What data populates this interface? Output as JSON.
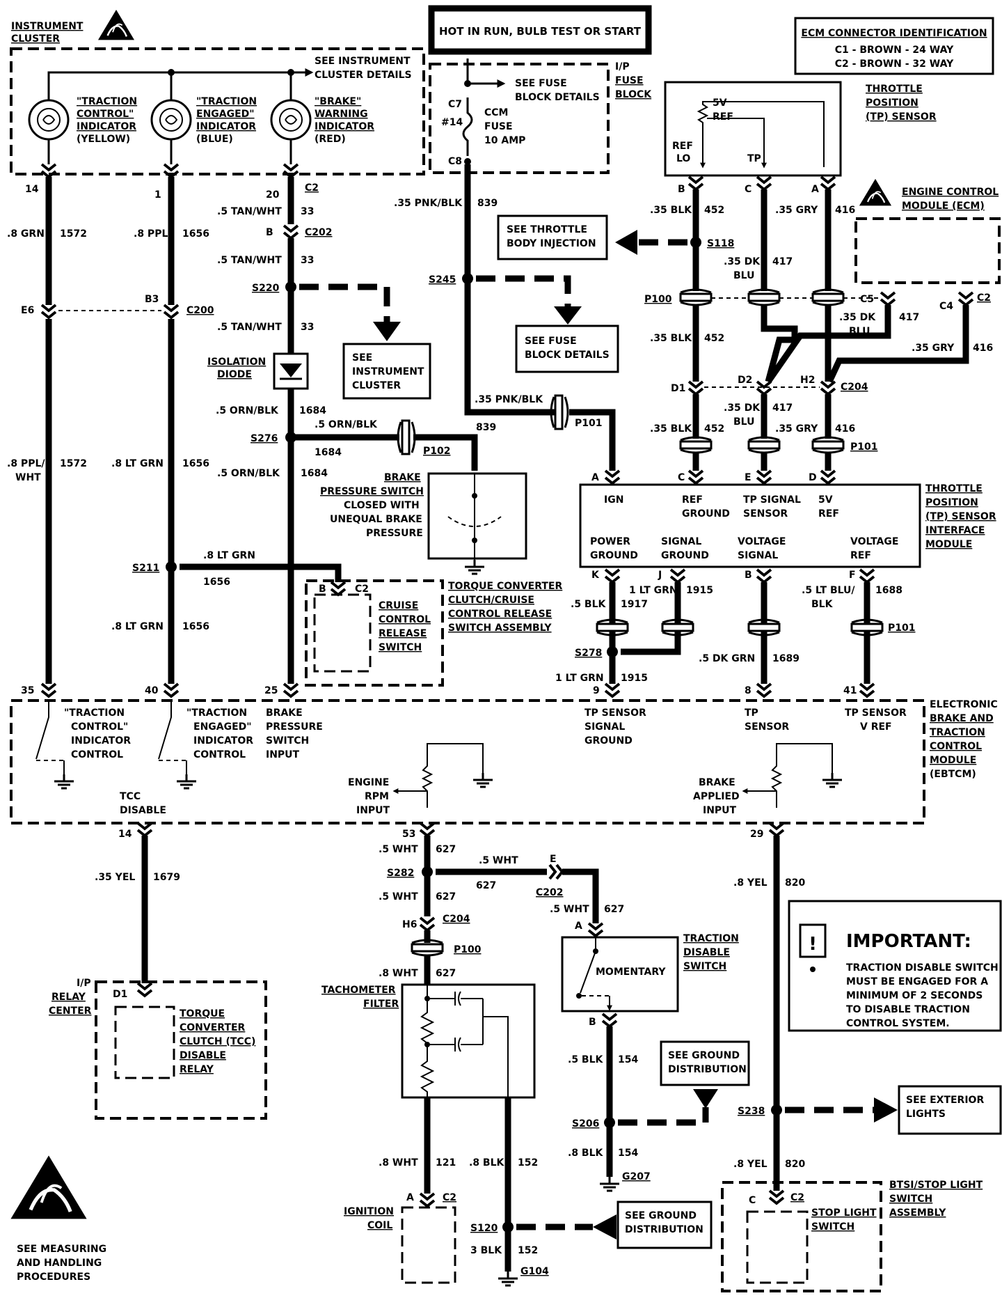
{
  "header": {
    "hot_label": "HOT IN RUN, BULB TEST OR START",
    "ecm_id_title": "ECM CONNECTOR IDENTIFICATION",
    "ecm_id_c1": "C1  -  BROWN  -  24 WAY",
    "ecm_id_c2": "C2  -  BROWN  -  32 WAY"
  },
  "instrument_cluster": {
    "title_1": "INSTRUMENT",
    "title_2": "CLUSTER",
    "see_details_1": "SEE INSTRUMENT",
    "see_details_2": "CLUSTER DETAILS",
    "tc_ind": [
      "\"TRACTION",
      "CONTROL\"",
      "INDICATOR",
      "(YELLOW)"
    ],
    "te_ind": [
      "\"TRACTION",
      "ENGAGED\"",
      "INDICATOR",
      "(BLUE)"
    ],
    "br_ind": [
      "\"BRAKE\"",
      "WARNING",
      "INDICATOR",
      "(RED)"
    ],
    "pins": [
      "14",
      "1",
      "20",
      "C2"
    ]
  },
  "fuse_block": {
    "see_fuse_1": "SEE FUSE",
    "see_fuse_2": "BLOCK DETAILS",
    "ip_1": "I/P",
    "ip_2": "FUSE",
    "ip_3": "BLOCK",
    "c7": "C7",
    "num": "#14",
    "c8": "C8",
    "ccm_1": "CCM",
    "ccm_2": "FUSE",
    "ccm_3": "10 AMP"
  },
  "tp_sensor": {
    "title": [
      "THROTTLE",
      "POSITION",
      "(TP) SENSOR"
    ],
    "ref_5v": [
      "5V",
      "REF"
    ],
    "ref_lo": [
      "REF",
      "LO"
    ],
    "tp": "TP",
    "pins": [
      "B",
      "C",
      "A"
    ]
  },
  "ecm": {
    "title_1": "ENGINE CONTROL",
    "title_2": "MODULE (ECM)"
  },
  "wires": {
    "w_14": [
      ".8 GRN",
      "1572"
    ],
    "w_1": [
      ".8 PPL",
      "1656"
    ],
    "w_20": [
      ".5 TAN/WHT",
      "33"
    ],
    "w_839": [
      ".35 PNK/BLK",
      "839"
    ],
    "w_452": [
      ".35 BLK",
      "452"
    ],
    "w_416": [
      ".35 GRY",
      "416"
    ],
    "w_417": [
      ".35 DK",
      "BLU",
      "417"
    ]
  },
  "connectors": {
    "c202": "C202",
    "b": "B",
    "s220": "S220",
    "s245": "S245",
    "s118": "S118",
    "p100": "P100",
    "c200": "C200",
    "e6": "E6",
    "b3": "B3",
    "c5": "C5",
    "c4": "C4",
    "c2": "C2",
    "d1": "D1",
    "d2": "D2",
    "h2": "H2",
    "c204": "C204",
    "p101": "P101",
    "p102": "P102",
    "s276": "S276",
    "s211": "S211",
    "s278": "S278",
    "s282": "S282",
    "h6": "H6",
    "s206": "S206",
    "g207": "G207",
    "s238": "S238",
    "s120": "S120",
    "g104": "G104",
    "e": "E",
    "a": "A"
  },
  "refs": {
    "see_tbi": [
      "SEE THROTTLE",
      "BODY INJECTION"
    ],
    "see_ic": [
      "SEE",
      "INSTRUMENT",
      "CLUSTER"
    ],
    "see_fuse2": [
      "SEE FUSE",
      "BLOCK DETAILS"
    ],
    "see_ground": [
      "SEE GROUND",
      "DISTRIBUTION"
    ],
    "see_ext": [
      "SEE EXTERIOR",
      "LIGHTS"
    ],
    "see_ground2": [
      "SEE GROUND",
      "DISTRIBUTION"
    ],
    "measuring": [
      "SEE MEASURING",
      "AND HANDLING",
      "PROCEDURES"
    ]
  },
  "iso_diode": [
    "ISOLATION",
    "DIODE"
  ],
  "w1684": [
    ".5 ORN/BLK",
    "1684"
  ],
  "brake_switch": [
    "BRAKE",
    "PRESSURE SWITCH",
    "CLOSED WITH",
    "UNEQUAL BRAKE",
    "PRESSURE"
  ],
  "tpsim": {
    "title": [
      "THROTTLE",
      "POSITION",
      "(TP) SENSOR",
      "INTERFACE",
      "MODULE"
    ],
    "top_labels": [
      "IGN",
      "REF",
      "GROUND",
      "TP SIGNAL",
      "SENSOR",
      "5V",
      "REF"
    ],
    "bottom_labels": [
      "POWER",
      "GROUND",
      "SIGNAL",
      "GROUND",
      "VOLTAGE",
      "SIGNAL",
      "VOLTAGE",
      "REF"
    ],
    "top_pins": [
      "A",
      "C",
      "E",
      "D"
    ],
    "bot_pins": [
      "K",
      "J",
      "B",
      "F"
    ]
  },
  "w_lower": {
    "w1572": [
      ".8 PPL/",
      "WHT",
      "1572"
    ],
    "w1656": [
      ".8 LT GRN",
      "1656"
    ],
    "w1917": [
      ".5 BLK",
      "1917"
    ],
    "w1915": [
      "1 LT GRN",
      "1915"
    ],
    "w1689": [
      ".5 DK GRN",
      "1689"
    ],
    "w1688": [
      ".5 LT BLU/",
      "BLK",
      "1688"
    ],
    "w1679": [
      ".35 YEL",
      "1679"
    ],
    "w627": [
      ".5 WHT",
      "627"
    ],
    "w627b": [
      ".8 WHT",
      "627"
    ],
    "w820": [
      ".8 YEL",
      "820"
    ],
    "w154": [
      ".5 BLK",
      "154"
    ],
    "w154b": [
      ".8 BLK",
      "154"
    ],
    "w121": [
      ".8 WHT",
      "121"
    ],
    "w152": [
      ".8 BLK",
      "152"
    ],
    "w152b": [
      "3 BLK",
      "152"
    ]
  },
  "cruise": [
    "CRUISE",
    "CONTROL",
    "RELEASE",
    "SWITCH"
  ],
  "tcc_assy": [
    "TORQUE CONVERTER",
    "CLUTCH/CRUISE",
    "CONTROL RELEASE",
    "SWITCH ASSEMBLY"
  ],
  "ebtcm": {
    "title": [
      "ELECTRONIC",
      "BRAKE AND",
      "TRACTION",
      "CONTROL",
      "MODULE",
      "(EBTCM)"
    ],
    "pins": [
      "35",
      "40",
      "25",
      "9",
      "8",
      "41",
      "14",
      "53",
      "29"
    ],
    "tc_ctrl": [
      "\"TRACTION",
      "CONTROL\"",
      "INDICATOR",
      "CONTROL"
    ],
    "te_ctrl": [
      "\"TRACTION",
      "ENGAGED\"",
      "INDICATOR",
      "CONTROL"
    ],
    "bps_in": [
      "BRAKE",
      "PRESSURE",
      "SWITCH",
      "INPUT"
    ],
    "tps_sig": [
      "TP SENSOR",
      "SIGNAL",
      "GROUND"
    ],
    "tps": [
      "TP",
      "SENSOR"
    ],
    "tps_vref": [
      "TP SENSOR",
      "V REF"
    ],
    "tcc_dis": [
      "TCC",
      "DISABLE"
    ],
    "rpm": [
      "ENGINE",
      "RPM",
      "INPUT"
    ],
    "brake_app": [
      "BRAKE",
      "APPLIED",
      "INPUT"
    ]
  },
  "relay": {
    "ip": [
      "I/P",
      "RELAY",
      "CENTER"
    ],
    "pin": "D1",
    "name": [
      "TORQUE",
      "CONVERTER",
      "CLUTCH (TCC)",
      "DISABLE",
      "RELAY"
    ]
  },
  "tach": [
    "TACHOMETER",
    "FILTER"
  ],
  "traction_sw": {
    "title": [
      "TRACTION",
      "DISABLE",
      "SWITCH"
    ],
    "mom": "MOMENTARY"
  },
  "important": {
    "head": "IMPORTANT:",
    "icon": "!",
    "body": [
      "TRACTION DISABLE SWITCH",
      "MUST BE ENGAGED FOR A",
      "MINIMUM OF 2 SECONDS",
      "TO DISABLE TRACTION",
      "CONTROL SYSTEM."
    ]
  },
  "ignition": [
    "IGNITION",
    "COIL"
  ],
  "stoplight": {
    "assy": [
      "BTSI/STOP LIGHT",
      "SWITCH",
      "ASSEMBLY"
    ],
    "sw": [
      "STOP LIGHT",
      "SWITCH"
    ],
    "pins": [
      "C",
      "C2"
    ]
  }
}
